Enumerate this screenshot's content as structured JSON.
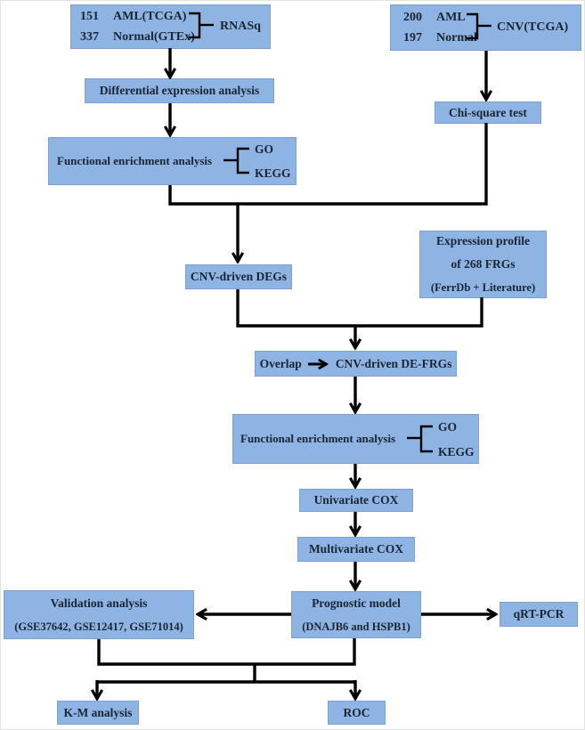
{
  "colors": {
    "box_fill": "#8db4e2",
    "box_text": "#1b2433",
    "line": "#000000"
  },
  "nodes": {
    "rnaseq_cohort": {
      "rows": [
        {
          "count": "151",
          "label": "AML(TCGA)"
        },
        {
          "count": "337",
          "label": "Normal(GTEx)"
        }
      ],
      "tag": "RNASq"
    },
    "cnv_cohort": {
      "rows": [
        {
          "count": "200",
          "label": "AML"
        },
        {
          "count": "197",
          "label": "Normal"
        }
      ],
      "tag": "CNV(TCGA)"
    },
    "diff_expr": {
      "label": "Differential expression analysis"
    },
    "chi_square": {
      "label": "Chi-square test"
    },
    "func_enrich_1": {
      "label": "Functional enrichment analysis",
      "branches": [
        "GO",
        "KEGG"
      ]
    },
    "cnv_degs": {
      "label": "CNV-driven DEGs"
    },
    "expr_profile": {
      "lines": [
        "Expression profile",
        "of 268 FRGs",
        "(FerrDb + Literature)"
      ]
    },
    "overlap": {
      "left": "Overlap",
      "right": "CNV-driven DE-FRGs"
    },
    "func_enrich_2": {
      "label": "Functional enrichment analysis",
      "branches": [
        "GO",
        "KEGG"
      ]
    },
    "univariate_cox": {
      "label": "Univariate COX"
    },
    "multivariate_cox": {
      "label": "Multivariate COX"
    },
    "validation": {
      "lines": [
        "Validation analysis",
        "(GSE37642, GSE12417, GSE71014)"
      ]
    },
    "prognostic": {
      "lines": [
        "Prognostic model",
        "(DNAJB6 and HSPB1)"
      ]
    },
    "qrt_pcr": {
      "label": "qRT-PCR"
    },
    "km_analysis": {
      "label": "K-M analysis"
    },
    "roc": {
      "label": "ROC"
    }
  }
}
